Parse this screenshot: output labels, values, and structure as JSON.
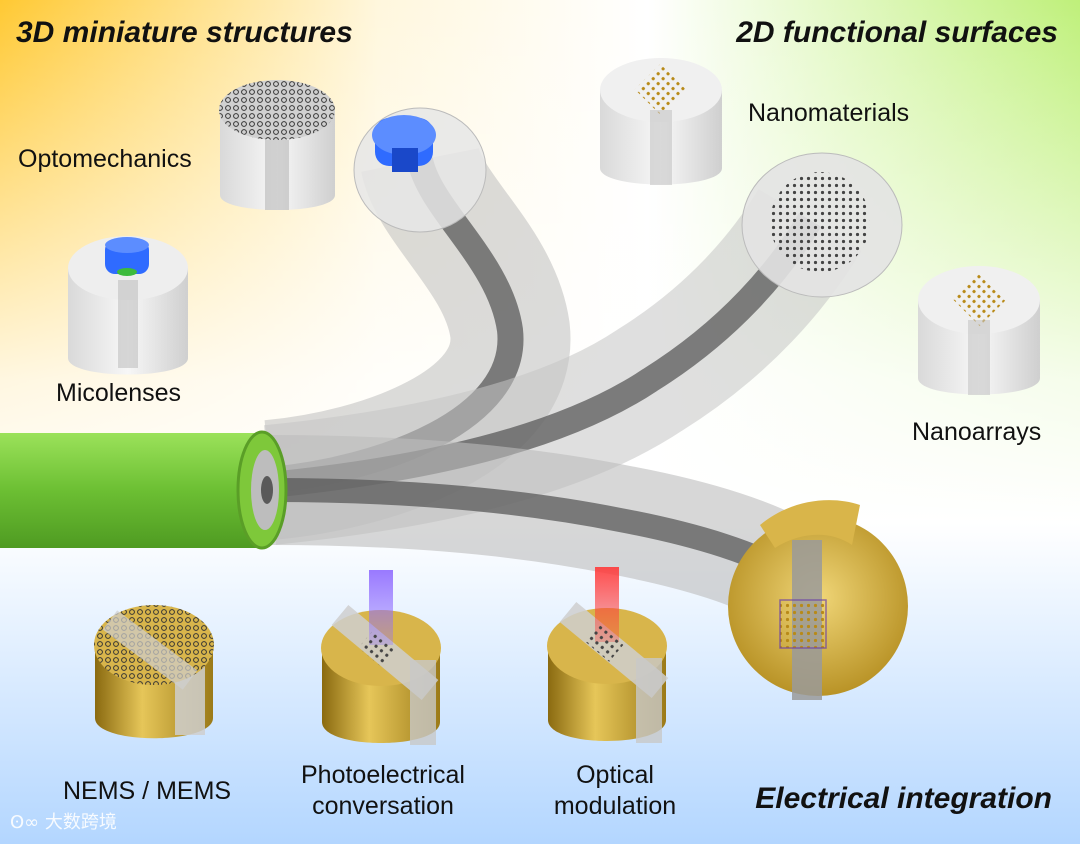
{
  "headings": {
    "structures": "3D miniature structures",
    "surfaces": "2D functional surfaces",
    "integration": "Electrical integration"
  },
  "labels": {
    "optomechanics": "Optomechanics",
    "microlenses": "Micolenses",
    "nanomaterials": "Nanomaterials",
    "nanoarrays": "Nanoarrays",
    "nems": "NEMS / MEMS",
    "photo_line1": "Photoelectrical",
    "photo_line2": "conversation",
    "optical_line1": "Optical",
    "optical_line2": "modulation"
  },
  "watermark": "大数跨境",
  "colors": {
    "fiber_jacket": "#7ec83a",
    "fiber_clad": "#bdbdbd",
    "fiber_core": "#5a5a5a",
    "gold": "#c9a227",
    "microlens_blue": "#2f6bff",
    "violet_beam": "#8f6bff",
    "red_beam": "#ff3a3a"
  }
}
